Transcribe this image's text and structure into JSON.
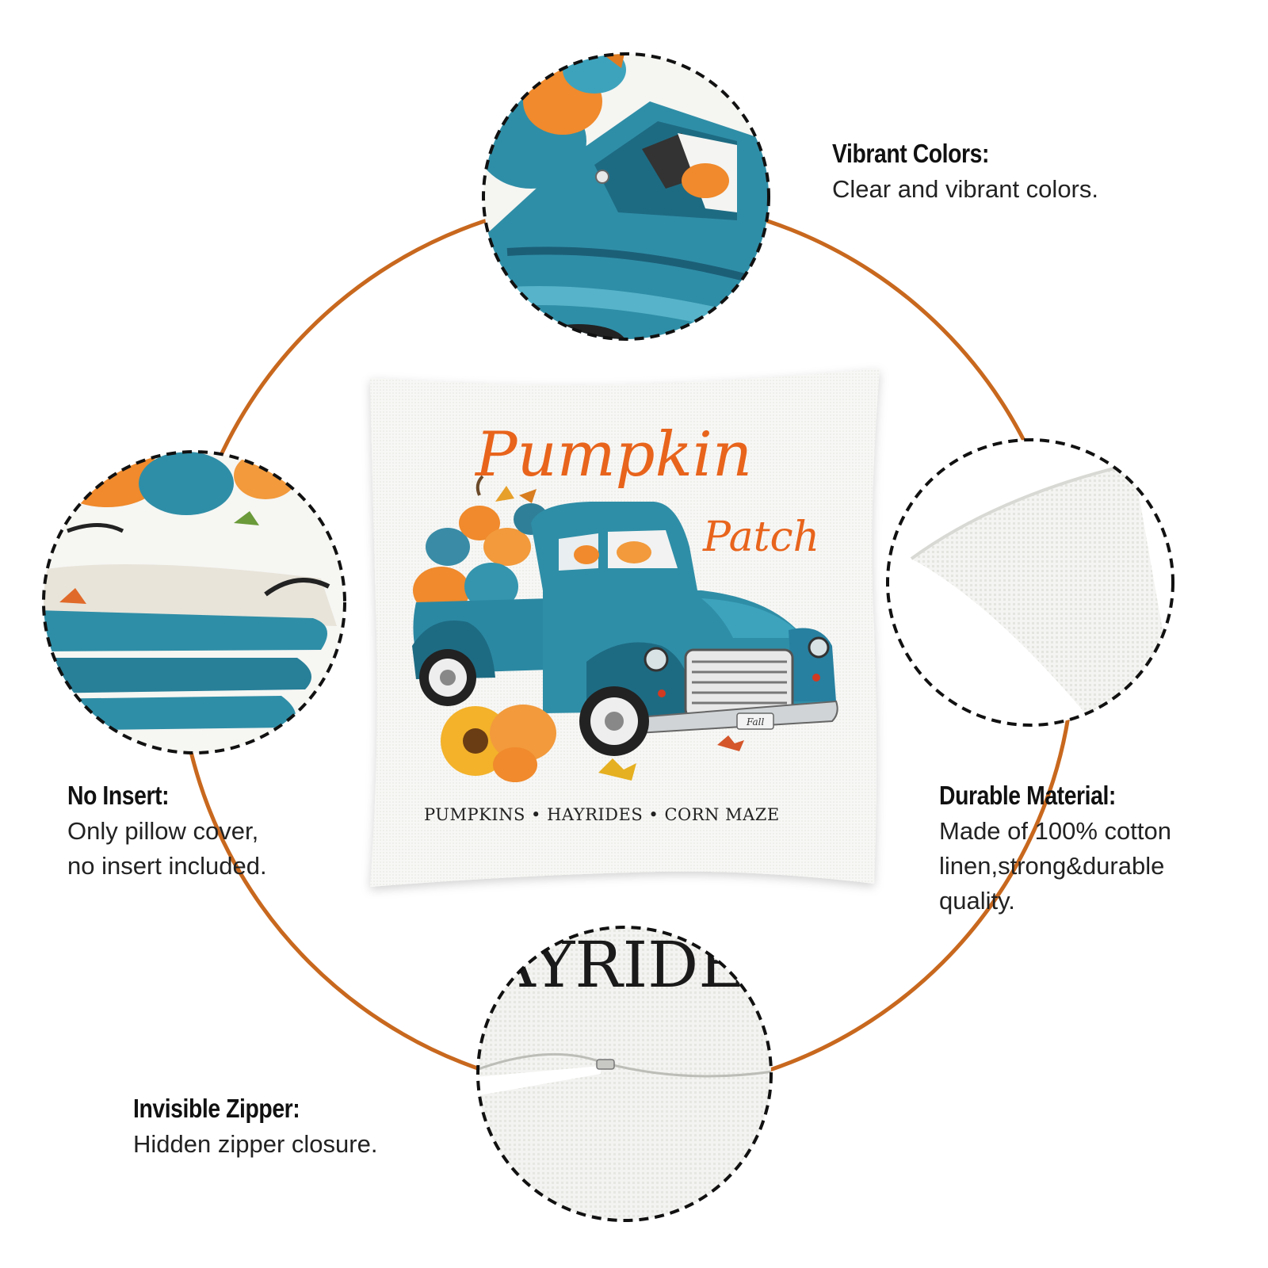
{
  "product": {
    "title_line1": "Pumpkin",
    "title_line2": "Patch",
    "subtitle": "PUMPKINS • HAYRIDES • CORN MAZE",
    "plate_text": "Fall"
  },
  "features": {
    "vibrant": {
      "title": "Vibrant Colors:",
      "desc": "Clear and vibrant colors."
    },
    "no_insert": {
      "title": "No Insert:",
      "desc": [
        "Only pillow cover,",
        "no insert included."
      ]
    },
    "durable": {
      "title": "Durable Material:",
      "desc": [
        "Made of 100% cotton",
        "linen,strong&durable",
        "quality."
      ]
    },
    "zipper": {
      "title": "Invisible Zipper:",
      "desc": "Hidden zipper closure."
    }
  },
  "zoom_text": "AYRIDE",
  "colors": {
    "ring": "#c8681e",
    "title_orange": "#e8641c",
    "truck_teal": "#2f8ea7",
    "truck_dark": "#1d6b83",
    "pumpkin_orange": "#f08a2c",
    "linen": "#f6f6f4"
  },
  "icons": [
    "truck-closeup-image",
    "folded-cover-image",
    "corner-fabric-image",
    "zipper-closeup-image"
  ]
}
